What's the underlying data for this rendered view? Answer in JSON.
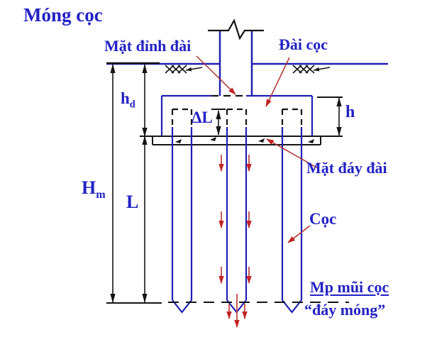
{
  "title": "Móng cọc",
  "colors": {
    "structure_blue": "#1f1fb4",
    "label_blue": "#2222c4",
    "annotation_red": "#b03030",
    "load_arrow_red": "#c24848",
    "line_black": "#141414"
  },
  "labels": {
    "cap_top_surface": "Mặt đỉnh đài",
    "pile_cap": "Đài cọc",
    "cap_bottom_surface": "Mặt đáy đài",
    "pile": "Cọc",
    "pile_tip_plane_line1": "Mp mũi cọc",
    "pile_tip_plane_line2": "“đáy móng”"
  },
  "dimensions": {
    "cap_top_depth": {
      "base": "h",
      "sub": "d"
    },
    "embed_length": "ΔL",
    "cap_height": "h",
    "foundation_depth": {
      "base": "H",
      "sub": "m"
    },
    "pile_length": "L"
  }
}
